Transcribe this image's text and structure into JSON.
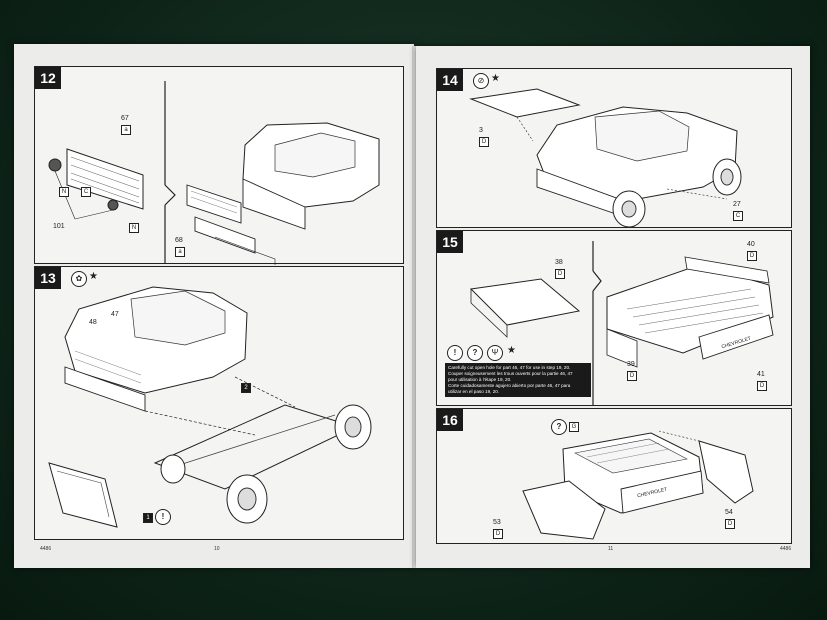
{
  "steps": {
    "s12": {
      "number": "12",
      "parts": {
        "p67": "67",
        "p101": "101",
        "p68": "68"
      },
      "codes": {
        "a": "a",
        "n1": "N",
        "c": "C",
        "n2": "N",
        "d": "a"
      }
    },
    "s13": {
      "number": "13",
      "parts": {
        "p48": "48",
        "p47": "47",
        "p2": "2",
        "p1": "1"
      }
    },
    "s14": {
      "number": "14",
      "parts": {
        "p3": "3",
        "p27": "27"
      },
      "codes": {
        "d": "D",
        "c": "C"
      }
    },
    "s15": {
      "number": "15",
      "parts": {
        "p38": "38",
        "p40": "40",
        "p39": "39",
        "p41": "41"
      },
      "codes": {
        "d38": "D",
        "d40": "D",
        "d39": "D",
        "d41": "D"
      },
      "note": [
        "Carefully cut open hole for part 46, 47 for use in step 19, 20.",
        "Couper soigneusement les trous ouverts pour la partie 46, 47",
        "pour utilisation à l'étape 19, 20.",
        "Corte cuidadosamente agujero abierto por parte 46, 47 para",
        "utilizar en el paso 19, 20."
      ],
      "tailgate_text": "CHEVROLET"
    },
    "s16": {
      "number": "16",
      "parts": {
        "p54": "54",
        "p53": "53"
      },
      "codes": {
        "d54": "D",
        "d53": "D",
        "g": "G"
      },
      "tailgate_text": "CHEVROLET"
    }
  },
  "footer": {
    "left_code": "4486",
    "left_page": "10",
    "right_page": "11",
    "right_code": "4486"
  },
  "icons": {
    "star": "★",
    "no_paint": "⊘",
    "question": "?",
    "exclaim": "!"
  }
}
